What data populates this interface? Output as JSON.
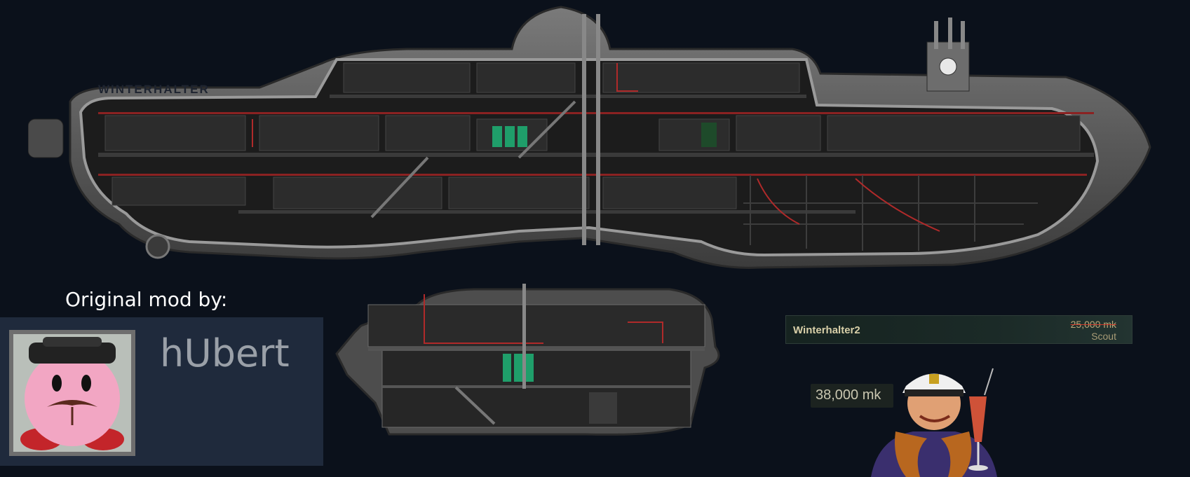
{
  "submarine": {
    "hull_name": "WINTERHALTER"
  },
  "credit": {
    "heading": "Original mod by:",
    "author": "hUbert"
  },
  "listing": {
    "name": "Winterhalter2",
    "old_price": "25,000 mk",
    "class": "Scout"
  },
  "price": {
    "value": "38,000 mk"
  },
  "colors": {
    "background": "#0b111b",
    "panel": "#1f2a3c",
    "pipe_red": "#b02a2a",
    "terminal_green": "#1f9e6a"
  }
}
